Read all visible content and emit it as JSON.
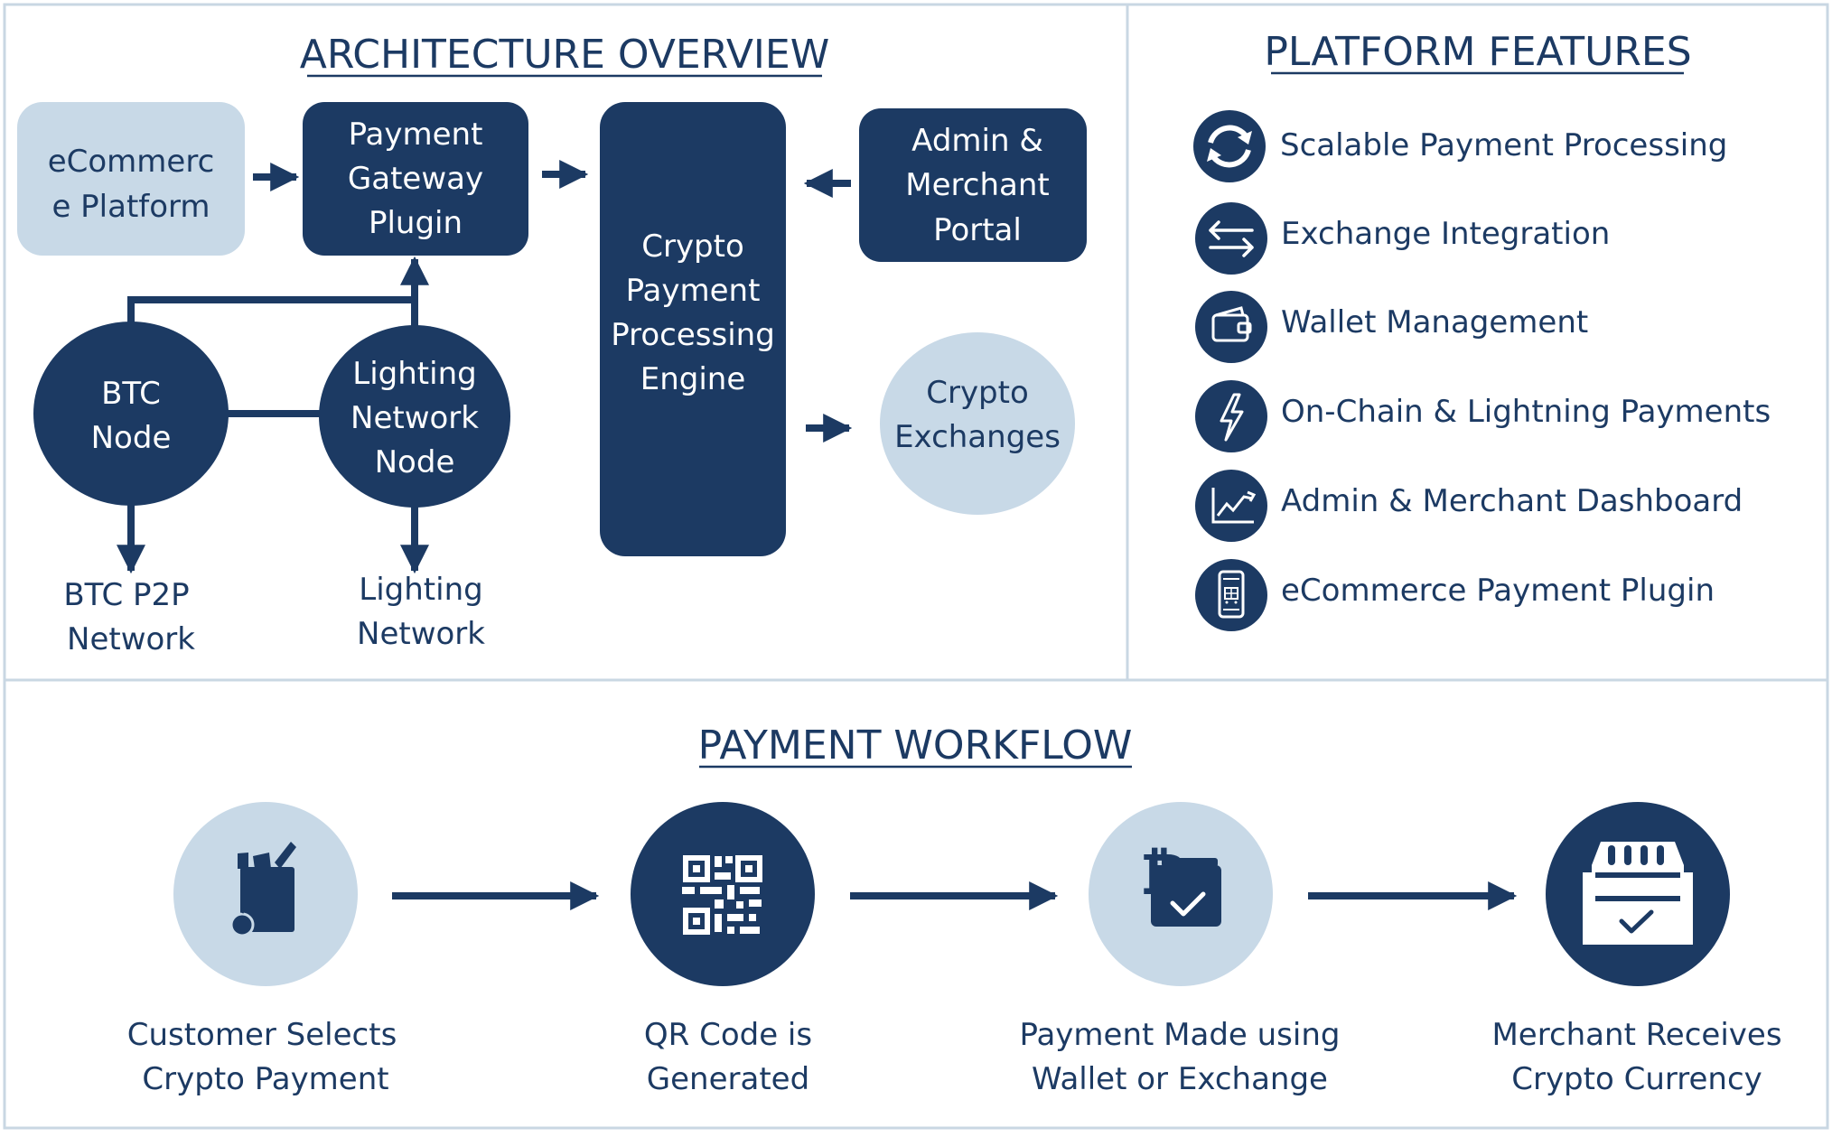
{
  "colors": {
    "dark": "#1c3a63",
    "light": "#c8d9e7",
    "border": "#c9d7e3",
    "white": "#ffffff",
    "text": "#1c3a63"
  },
  "architecture": {
    "title": "ARCHITECTURE OVERVIEW",
    "ecommerce_platform": [
      "eCommerc",
      "e Platform"
    ],
    "payment_gateway_plugin": [
      "Payment",
      "Gateway",
      "Plugin"
    ],
    "engine": [
      "Crypto",
      "Payment",
      "Processing",
      "Engine"
    ],
    "admin_portal": [
      "Admin &",
      "Merchant",
      "Portal"
    ],
    "btc_node": [
      "BTC",
      "Node"
    ],
    "lightning_node": [
      "Lighting",
      "Network",
      "Node"
    ],
    "crypto_exchanges": [
      "Crypto",
      "Exchanges"
    ],
    "btc_p2p": [
      "BTC P2P",
      "Network"
    ],
    "lightning_network": [
      "Lighting",
      "Network"
    ]
  },
  "features": {
    "title": "PLATFORM FEATURES",
    "items": [
      {
        "label": "Scalable Payment Processing",
        "icon": "refresh-icon"
      },
      {
        "label": "Exchange Integration",
        "icon": "exchange-arrows-icon"
      },
      {
        "label": "Wallet Management",
        "icon": "wallet-icon"
      },
      {
        "label": "On-Chain & Lightning Payments",
        "icon": "lightning-icon"
      },
      {
        "label": "Admin & Merchant Dashboard",
        "icon": "chart-icon"
      },
      {
        "label": "eCommerce Payment Plugin",
        "icon": "phone-cart-icon"
      }
    ]
  },
  "workflow": {
    "title": "PAYMENT WORKFLOW",
    "steps": [
      {
        "lines": [
          "Customer Selects",
          "Crypto Payment"
        ],
        "icon": "grocery-bag-icon"
      },
      {
        "lines": [
          "QR Code is",
          "Generated"
        ],
        "icon": "qr-code-icon"
      },
      {
        "lines": [
          "Payment Made using",
          "Wallet or Exchange"
        ],
        "icon": "bitcoin-wallet-icon"
      },
      {
        "lines": [
          "Merchant Receives",
          "Crypto Currency"
        ],
        "icon": "storefront-icon"
      }
    ]
  }
}
